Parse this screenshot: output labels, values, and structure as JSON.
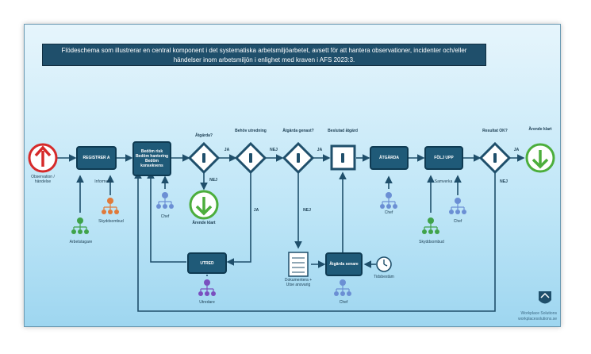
{
  "title": "Flödeschema som illustrerar en central komponent i det systematiska arbetsmiljöarbetet, avsett för att hantera observationer, incidenter och/eller händelser inom arbetsmiljön i enlighet med kraven i AFS 2023:3.",
  "start": {
    "label": "Observation / händelse"
  },
  "nodes": {
    "registrera": "REGISTRER A",
    "bedom": "Bedöm risk Bedöm hantering Bedöm konsekvens",
    "utred": "UTRED",
    "atgarda": "ÅTGÄRDA",
    "folj_upp": "FÖLJ UPP",
    "atgarda_senare": "Åtgärda senare"
  },
  "decisions": {
    "atgarda": "Åtgärda?",
    "behov_utredning": "Behöv utredning",
    "atgarda_genast": "Åtgärda genast?",
    "beslutat_atgard": "Beslutad åtgärd",
    "resultat_ok": "Resultat OK?"
  },
  "edge_labels": {
    "ja1": "JA",
    "nej1": "NEJ",
    "nej2": "NEJ",
    "ja2": "JA",
    "nej3": "NEJ",
    "ja3": "JA",
    "ja4": "JA",
    "nej4": "NEJ"
  },
  "roles": {
    "arbetstagare": "Arbetstagare",
    "informera": "Informera",
    "skyddsombud1": "Skyddsombud",
    "chef1": "Chef",
    "chef2": "Chef",
    "chef3": "Chef",
    "chef4": "Chef",
    "utredare": "Utredare",
    "skyddsombud2": "Skyddsombud",
    "samverka": "Samverka",
    "dokumentera": "Dokumentera + Utse ansvarig",
    "tidsbestam": "Tidsbestäm"
  },
  "ends": {
    "end1": "Ärende klart",
    "end2": "Ärende klart"
  },
  "footer": {
    "line1": "Workplace Solutions",
    "line2": "workplacesolutions.se"
  },
  "colors": {
    "node_fill": "#1f5a78",
    "start_red": "#d62a2a",
    "end_green": "#4cae3c",
    "role_green": "#3fa34a",
    "role_orange": "#e07a3a",
    "role_blue": "#6b8fd4",
    "role_purple": "#7a4fbf"
  }
}
